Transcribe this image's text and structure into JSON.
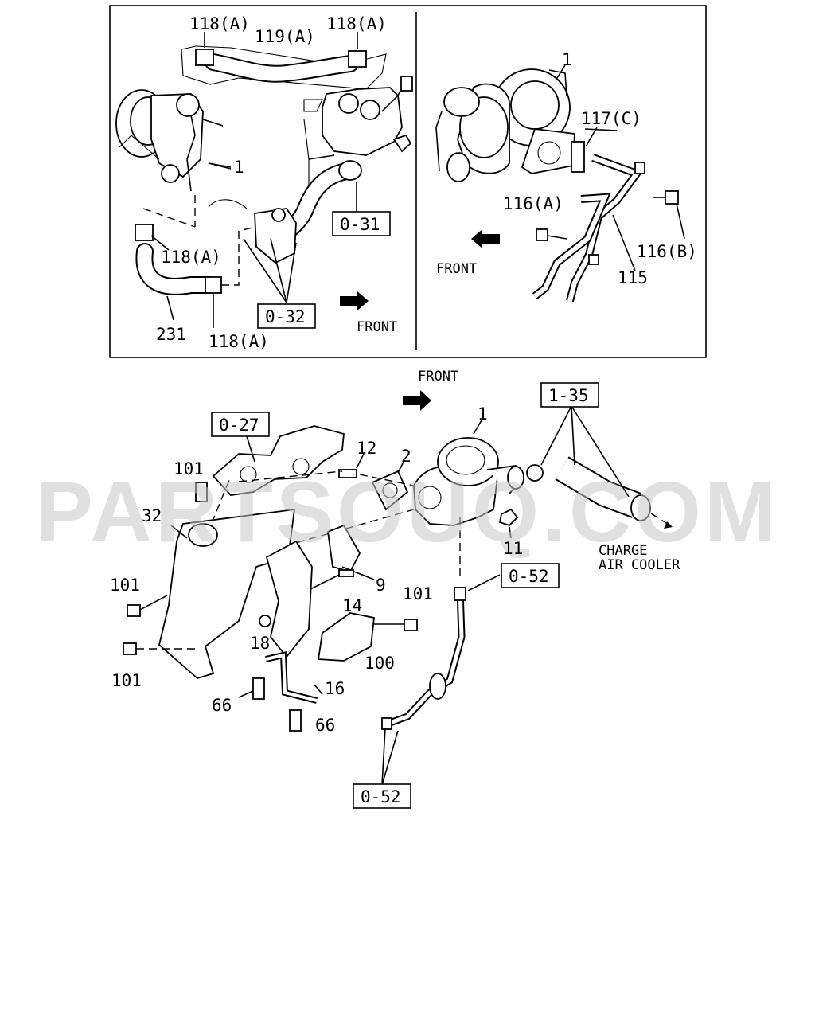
{
  "watermark": "PARTSOUQ.COM",
  "inset_left": {
    "labels": {
      "l118a_1": "118(A)",
      "l118a_2": "118(A)",
      "l119a": "119(A)",
      "l1": "1",
      "l118a_3": "118(A)",
      "l231": "231",
      "l118a_4": "118(A)",
      "front": "FRONT"
    },
    "refs": {
      "r031": "0-31",
      "r032": "0-32"
    }
  },
  "inset_right": {
    "labels": {
      "l1": "1",
      "l117c": "117(C)",
      "l116a": "116(A)",
      "l116b": "116(B)",
      "l115": "115",
      "front": "FRONT"
    }
  },
  "main": {
    "labels": {
      "front": "FRONT",
      "l1": "1",
      "l2": "2",
      "l12": "12",
      "l101_top": "101",
      "l32": "32",
      "l11": "11",
      "l9": "9",
      "l14": "14",
      "l101_left": "101",
      "l101_mid": "101",
      "l18": "18",
      "l100": "100",
      "l101_bottom": "101",
      "l16": "16",
      "l66_a": "66",
      "l66_b": "66",
      "charge_1": "CHARGE",
      "charge_2": "AIR COOLER"
    },
    "refs": {
      "r027": "0-27",
      "r135": "1-35",
      "r052_top": "0-52",
      "r052_bottom": "0-52"
    }
  }
}
